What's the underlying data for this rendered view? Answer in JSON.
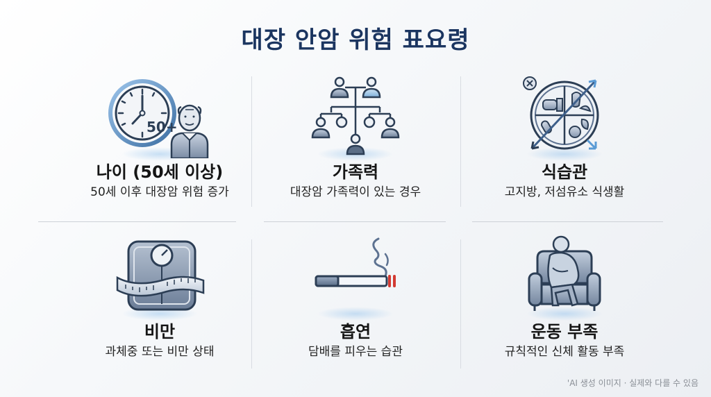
{
  "title": "대장 안암 위험 표요령",
  "factors": [
    {
      "icon": "clock-elderly-icon",
      "badge": "50+",
      "title": "나이 (50세 이상)",
      "description": "50세 이후 대장암 위험 증가"
    },
    {
      "icon": "family-tree-icon",
      "title": "가족력",
      "description": "대장암 가족력이 있는 경우"
    },
    {
      "icon": "diet-plate-icon",
      "title": "식습관",
      "description": "고지방, 저섬유소 식생활"
    },
    {
      "icon": "scale-tape-icon",
      "title": "비만",
      "description": "과체중 또는 비만 상태"
    },
    {
      "icon": "cigarette-icon",
      "title": "흡연",
      "description": "담배를 피우는 습관"
    },
    {
      "icon": "person-sofa-icon",
      "title": "운동 부족",
      "description": "규칙적인 신체 활동 부족"
    }
  ],
  "footnote": "'AI 생성 이미지 · 실제와 다를 수 있음",
  "colors": {
    "title": "#1b3560",
    "icon_stroke": "#2c3e55",
    "icon_fill": "#8a9bb2",
    "accent_blue": "#5b9bd5",
    "cigarette_tip": "#d23a32"
  }
}
